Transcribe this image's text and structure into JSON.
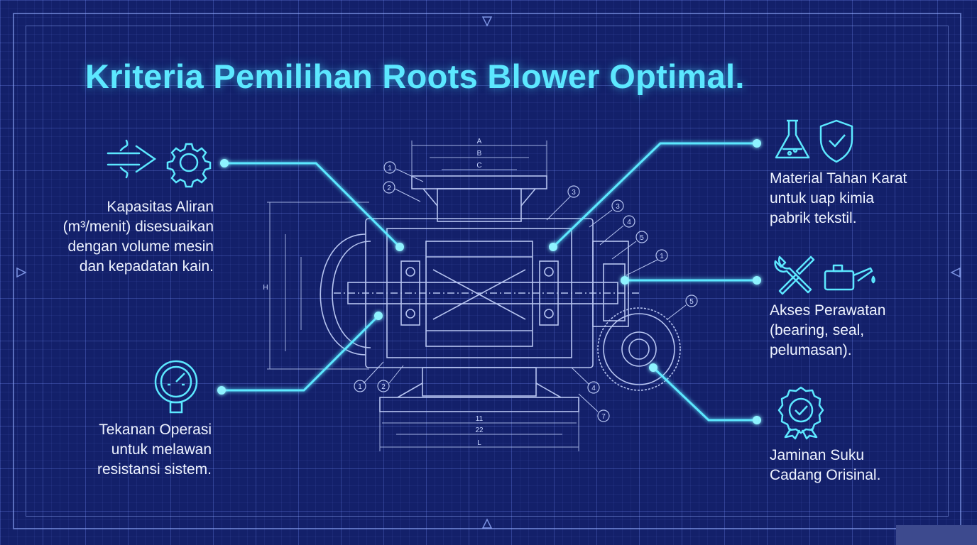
{
  "title": "Kriteria Pemilihan Roots Blower Optimal.",
  "criteria": {
    "flow": {
      "lines": [
        "Kapasitas Aliran",
        "(m³/menit) disesuaikan",
        "dengan volume mesin",
        "dan kepadatan kain."
      ],
      "icons": [
        "airflow-arrow-icon",
        "gear-icon"
      ]
    },
    "pressure": {
      "lines": [
        "Tekanan Operasi",
        "untuk melawan",
        "resistansi sistem."
      ],
      "icons": [
        "pressure-gauge-icon"
      ]
    },
    "material": {
      "lines": [
        "Material Tahan Karat",
        "untuk uap kimia",
        "pabrik tekstil."
      ],
      "icons": [
        "flask-icon",
        "shield-check-icon"
      ]
    },
    "maintenance": {
      "lines": [
        "Akses Perawatan",
        "(bearing, seal,",
        "pelumasan)."
      ],
      "icons": [
        "wrench-screwdriver-icon",
        "oil-can-icon"
      ]
    },
    "parts": {
      "lines": [
        "Jaminan Suku",
        "Cadang Orisinal."
      ],
      "icons": [
        "certified-badge-icon"
      ]
    }
  },
  "drawing": {
    "dimension_labels": [
      "A",
      "B",
      "C",
      "H",
      "11",
      "22",
      "L"
    ],
    "callouts": [
      "1",
      "2",
      "3",
      "3",
      "4",
      "5",
      "1",
      "5",
      "1",
      "2",
      "4",
      "7"
    ]
  },
  "colors": {
    "background": "#13206a",
    "accent": "#5ce8ff",
    "text": "#eef3ff",
    "linework": "#c8d6ff"
  }
}
